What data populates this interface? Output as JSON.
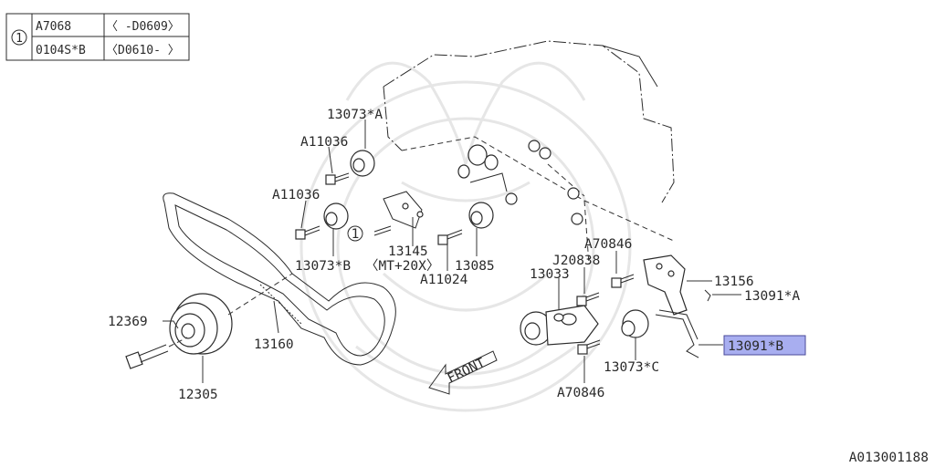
{
  "notes_table": {
    "marker": "1",
    "rows": [
      {
        "part": "A7068",
        "range": "〈 -D0609〉"
      },
      {
        "part": "0104S*B",
        "range": "〈D0610- 〉"
      }
    ]
  },
  "callouts": {
    "p13073A": "13073*A",
    "p11036_top": "A11036",
    "p11036_mid": "A11036",
    "ref_marker": "1",
    "p13145": "13145",
    "p13145_note": "〈MT+20X〉",
    "p13073B": "13073*B",
    "p11024": "A11024",
    "p13085": "13085",
    "p70846_top": "A70846",
    "p20838": "J20838",
    "p13033": "13033",
    "p13156": "13156",
    "p13091A": "13091*A",
    "p13091B": "13091*B",
    "p12369": "12369",
    "p13160": "13160",
    "p12305": "12305",
    "p13073C": "13073*C",
    "p70846_bot": "A70846",
    "front": "FRONT"
  },
  "highlight": {
    "label_ref": "13091*B",
    "fill": "#a8aef0"
  },
  "diagram_id": "A013001188"
}
